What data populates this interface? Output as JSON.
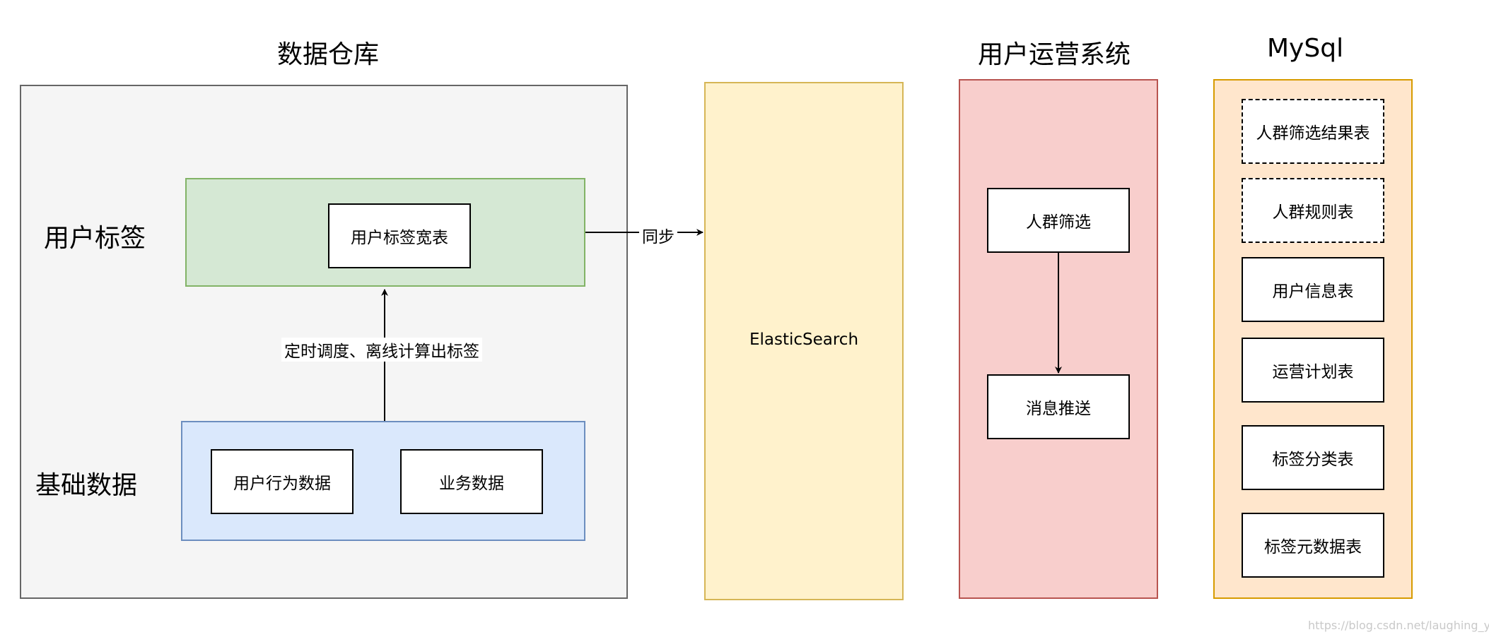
{
  "headings": {
    "warehouse": "数据仓库",
    "ops_system": "用户运营系统",
    "mysql": "MySql"
  },
  "warehouse": {
    "user_tags": {
      "label": "用户标签",
      "table": "用户标签宽表"
    },
    "base_data": {
      "label": "基础数据",
      "tables": [
        "用户行为数据",
        "业务数据"
      ]
    },
    "compute_edge_label": "定时调度、离线计算出标签"
  },
  "sync_edge_label": "同步",
  "elasticsearch": {
    "label": "ElasticSearch"
  },
  "ops_system": {
    "steps": [
      "人群筛选",
      "消息推送"
    ]
  },
  "mysql": {
    "tables": [
      {
        "name": "人群筛选结果表",
        "dashed": true
      },
      {
        "name": "人群规则表",
        "dashed": true
      },
      {
        "name": "用户信息表",
        "dashed": false
      },
      {
        "name": "运营计划表",
        "dashed": false
      },
      {
        "name": "标签分类表",
        "dashed": false
      },
      {
        "name": "标签元数据表",
        "dashed": false
      }
    ]
  },
  "watermark": "https://blog.csdn.net/laughing_yang",
  "colors": {
    "warehouse_fill": "#f5f5f5",
    "warehouse_stroke": "#666666",
    "tags_fill": "#d5e8d4",
    "tags_stroke": "#82b366",
    "base_fill": "#dae8fc",
    "base_stroke": "#6c8ebf",
    "es_fill": "#fff2cc",
    "es_stroke": "#d6b656",
    "ops_fill": "#f8cecc",
    "ops_stroke": "#b85450",
    "mysql_fill": "#ffe6cc",
    "mysql_stroke": "#d79b00"
  }
}
